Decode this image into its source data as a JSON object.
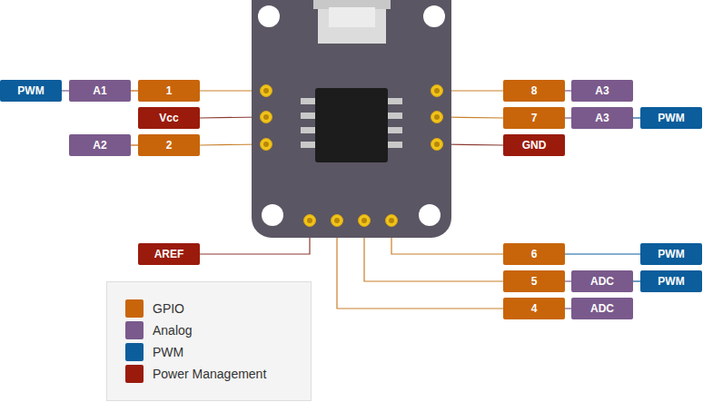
{
  "diagram": {
    "nodes": [
      {
        "text": [
          "PWM"
        ]
      },
      {
        "text": [
          "A1"
        ]
      },
      {
        "text": [
          "1"
        ]
      },
      {
        "text": [
          "Vcc"
        ]
      },
      {
        "text": [
          "A2"
        ]
      },
      {
        "text": [
          "2"
        ]
      },
      {
        "text": [
          "8"
        ]
      },
      {
        "text": [
          "A3"
        ]
      },
      {
        "text": [
          "7"
        ]
      },
      {
        "text": [
          "A3"
        ]
      },
      {
        "text": [
          "PWM"
        ]
      },
      {
        "text": [
          "GND"
        ]
      },
      {
        "text": [
          "AREF"
        ]
      },
      {
        "text": [
          "6"
        ]
      },
      {
        "text": [
          "PWM"
        ]
      },
      {
        "text": [
          "5"
        ]
      },
      {
        "text": [
          "ADC"
        ]
      },
      {
        "text": [
          "PWM"
        ]
      },
      {
        "text": [
          "4"
        ]
      },
      {
        "text": [
          "ADC"
        ]
      }
    ],
    "edges": [
      {
        "from": 0,
        "to": 1,
        "arrow": "none"
      },
      {
        "from": 1,
        "to": 2,
        "arrow": "none"
      },
      {
        "from": 4,
        "to": 5,
        "arrow": "none"
      },
      {
        "from": 6,
        "to": 7,
        "arrow": "none"
      },
      {
        "from": 8,
        "to": 9,
        "arrow": "none"
      },
      {
        "from": 9,
        "to": 10,
        "arrow": "none"
      },
      {
        "from": 13,
        "to": 14,
        "arrow": "none"
      },
      {
        "from": 15,
        "to": 16,
        "arrow": "none"
      },
      {
        "from": 16,
        "to": 17,
        "arrow": "none"
      },
      {
        "from": 18,
        "to": 19,
        "arrow": "none"
      }
    ],
    "legend": [
      {
        "text": "GPIO",
        "color": "#c8650a"
      },
      {
        "text": "Analog",
        "color": "#7a5a8c"
      },
      {
        "text": "PWM",
        "color": "#0b5d9b"
      },
      {
        "text": "Power Management",
        "color": "#9a1b0c"
      }
    ]
  }
}
